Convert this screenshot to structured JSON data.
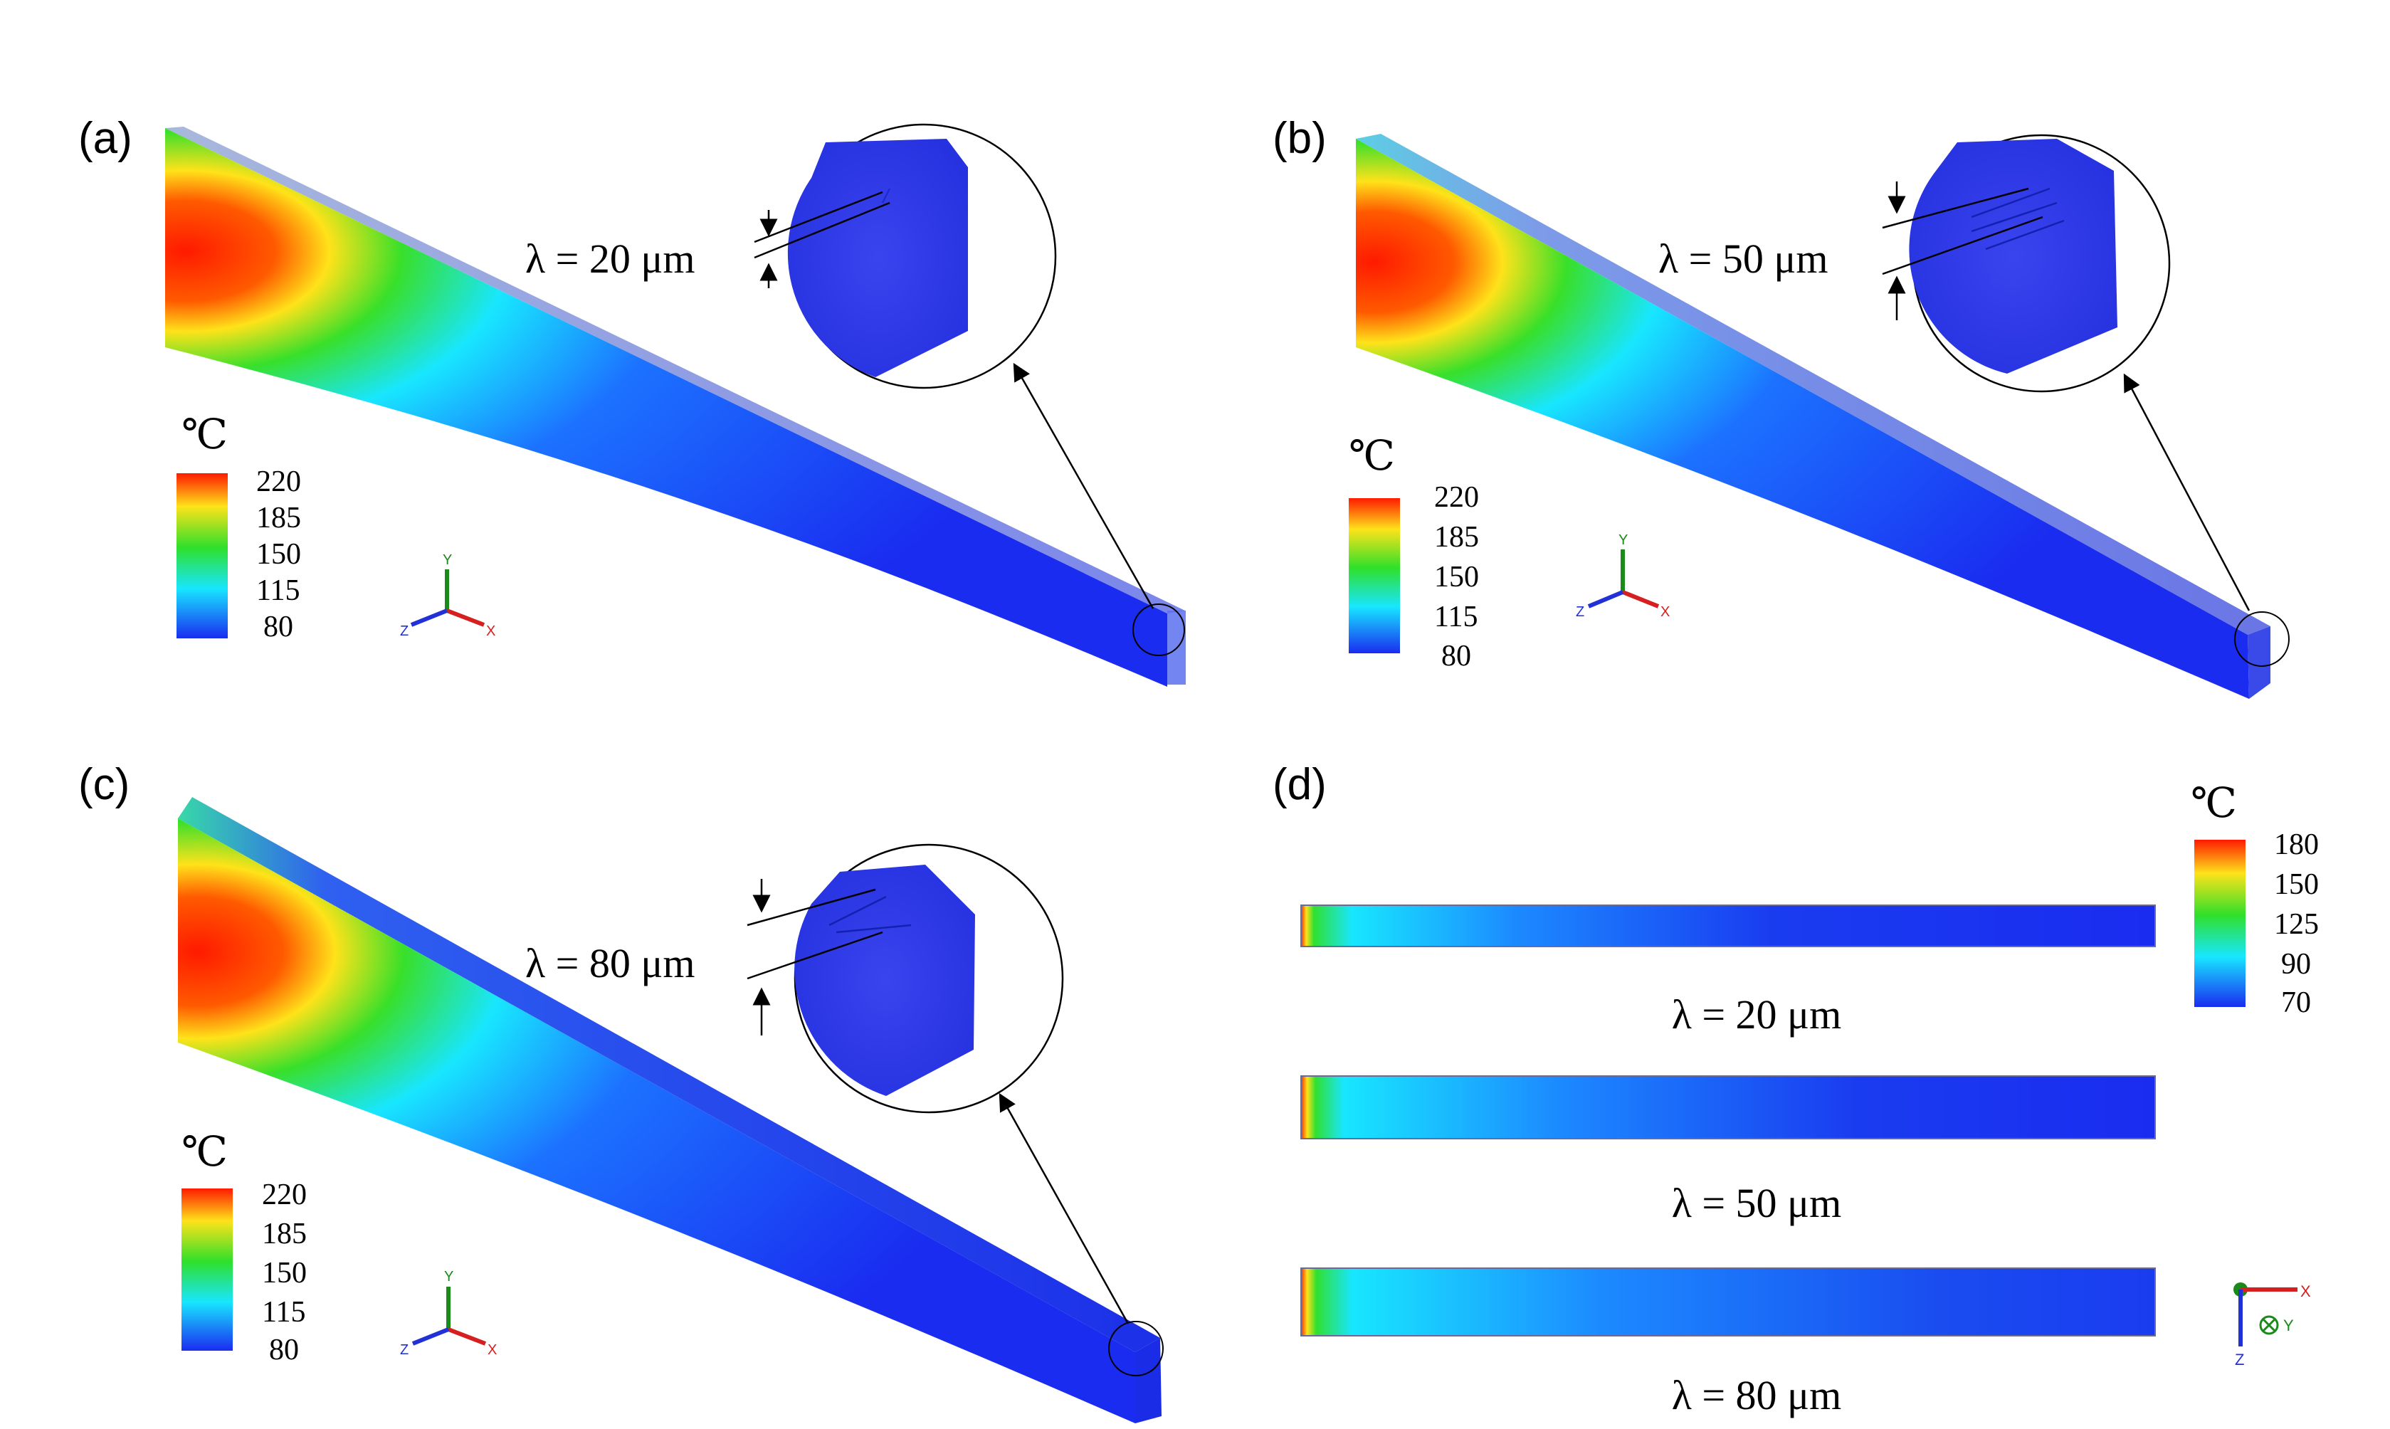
{
  "panels": {
    "a": {
      "label": "(a)",
      "lambda_label": "λ  = 20 μm",
      "unit": "℃",
      "ticks": [
        "220",
        "185",
        "150",
        "115",
        "80"
      ]
    },
    "b": {
      "label": "(b)",
      "lambda_label": "λ  = 50 μm",
      "unit": "℃",
      "ticks": [
        "220",
        "185",
        "150",
        "115",
        "80"
      ]
    },
    "c": {
      "label": "(c)",
      "lambda_label": "λ  = 80 μm",
      "unit": "℃",
      "ticks": [
        "220",
        "185",
        "150",
        "115",
        "80"
      ]
    },
    "d": {
      "label": "(d)",
      "unit": "℃",
      "ticks": [
        "180",
        "150",
        "125",
        "90",
        "70"
      ],
      "bar_labels": [
        "λ = 20 μm",
        "λ = 50 μm",
        "λ = 80 μm"
      ]
    }
  },
  "axes": {
    "x": "X",
    "y": "Y",
    "z": "Z"
  },
  "colors": {
    "hot": "#ff2a00",
    "warm": "#ffd21a",
    "mid": "#2fe02a",
    "cool": "#14e8ff",
    "cold": "#1a2cf0",
    "x_axis": "#d62020",
    "y_axis": "#1a8a1a",
    "z_axis": "#2230d8"
  }
}
